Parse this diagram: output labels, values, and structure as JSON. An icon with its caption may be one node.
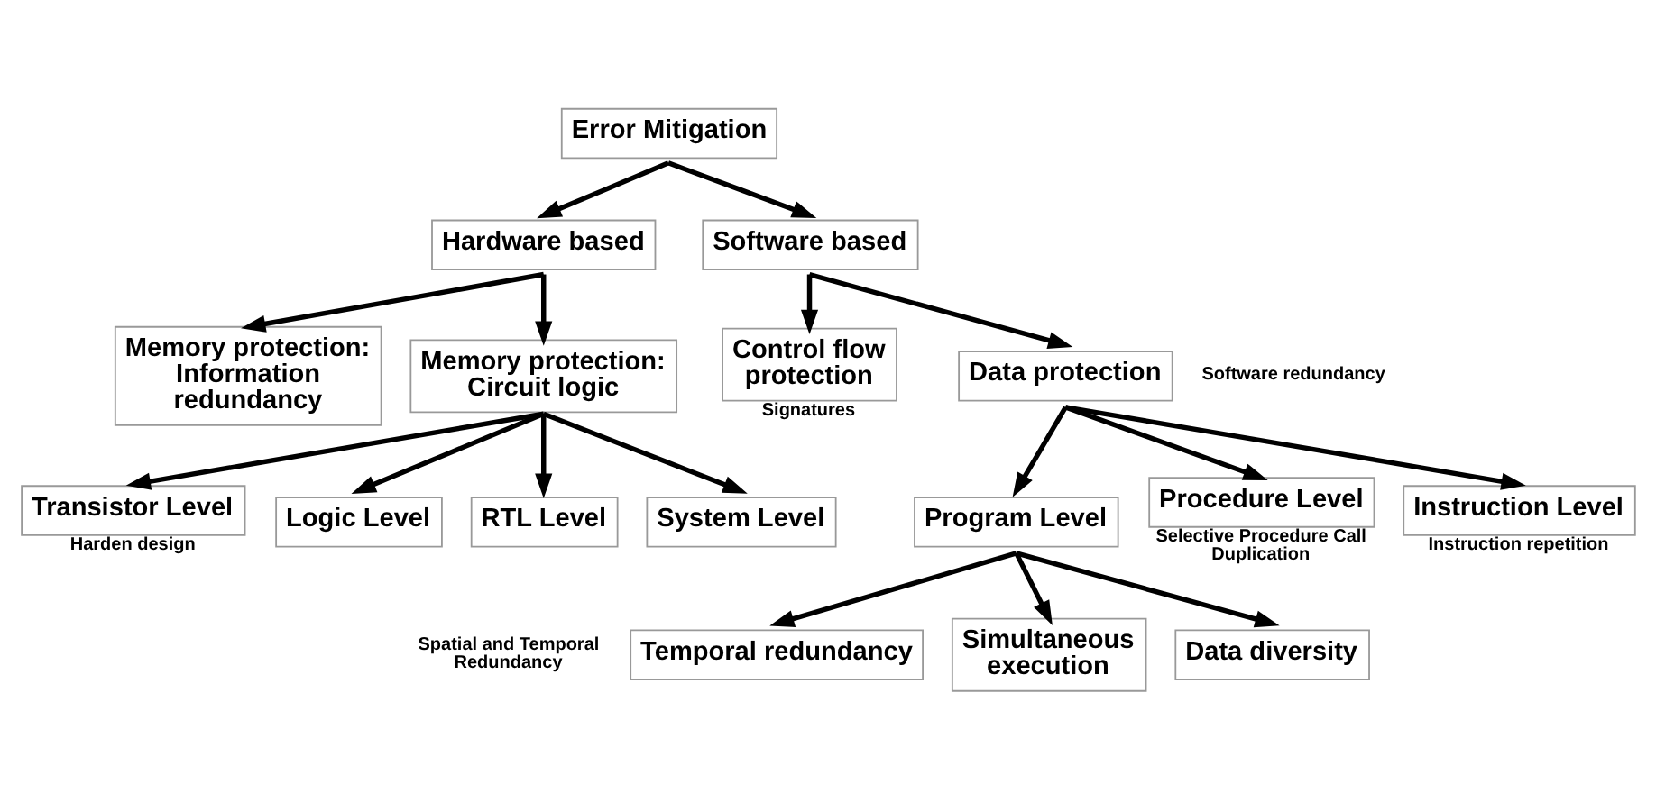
{
  "diagram": {
    "nodes": [
      {
        "text": [
          "Error Mitigation"
        ]
      },
      {
        "text": [
          "Hardware based"
        ]
      },
      {
        "text": [
          "Software based"
        ]
      },
      {
        "text": [
          "Memory protection: Information redundancy"
        ]
      },
      {
        "text": [
          "Memory protection: Circuit logic"
        ]
      },
      {
        "text": [
          "Control flow protection"
        ],
        "beside": [
          "Signatures"
        ]
      },
      {
        "text": [
          "Data protection"
        ]
      },
      {
        "text": [
          "Transistor Level"
        ],
        "beside": [
          "Harden design"
        ]
      },
      {
        "text": [
          "Logic Level"
        ]
      },
      {
        "text": [
          "RTL Level"
        ]
      },
      {
        "text": [
          "System Level"
        ]
      },
      {
        "text": [
          "Program Level"
        ]
      },
      {
        "text": [
          "Procedure Level"
        ],
        "beside": [
          "Selective Procedure Call Duplication"
        ]
      },
      {
        "text": [
          "Instruction Level"
        ],
        "beside": [
          "Instruction repetition"
        ]
      },
      {
        "text": [
          "Temporal redundancy"
        ]
      },
      {
        "text": [
          "Simultaneous execution"
        ]
      },
      {
        "text": [
          "Data diversity"
        ]
      }
    ],
    "edges": [
      {
        "from": 0,
        "to": 1,
        "arrow": "to"
      },
      {
        "from": 0,
        "to": 2,
        "arrow": "to"
      },
      {
        "from": 1,
        "to": 3,
        "arrow": "to"
      },
      {
        "from": 1,
        "to": 4,
        "arrow": "to"
      },
      {
        "from": 2,
        "to": 5,
        "arrow": "to"
      },
      {
        "from": 2,
        "to": 6,
        "arrow": "to"
      },
      {
        "from": 4,
        "to": 7,
        "arrow": "to"
      },
      {
        "from": 4,
        "to": 8,
        "arrow": "to"
      },
      {
        "from": 4,
        "to": 9,
        "arrow": "to"
      },
      {
        "from": 4,
        "to": 10,
        "arrow": "to"
      },
      {
        "from": 6,
        "to": 11,
        "arrow": "to"
      },
      {
        "from": 6,
        "to": 12,
        "arrow": "to"
      },
      {
        "from": 6,
        "to": 13,
        "arrow": "to"
      },
      {
        "from": 11,
        "to": 14,
        "arrow": "to"
      },
      {
        "from": 11,
        "to": 15,
        "arrow": "to"
      },
      {
        "from": 11,
        "to": 16,
        "arrow": "to"
      }
    ],
    "labels": [
      "Software redundancy",
      "Spatial and Temporal Redundancy"
    ]
  }
}
